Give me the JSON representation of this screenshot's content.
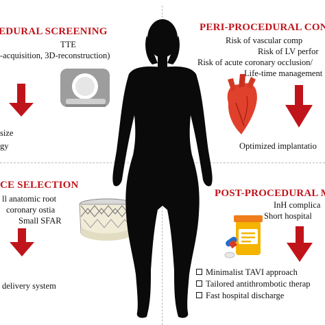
{
  "q1": {
    "heading": "EDURAL SCREENING",
    "line1": "TTE",
    "line2": "-acquisition, 3D-reconstruction)",
    "line3": "size",
    "line4": "gy"
  },
  "q2": {
    "heading": "PERI-PROCEDURAL CON",
    "line1": "Risk of vascular comp",
    "line2": "Risk of LV perfor",
    "line3": "Risk of acute coronary occlusion/",
    "line4": "Life-time management",
    "line5": "Optimized implantatio"
  },
  "q3": {
    "heading": "CE SELECTION",
    "line1": "ll anatomic root",
    "line2": "coronary ostia",
    "line3": "Small SFAR",
    "line4": "delivery system"
  },
  "q4": {
    "heading": "POST-PROCEDURAL M",
    "line1": "InH complica",
    "line2": "Short hospital",
    "items": [
      "Minimalist TAVI approach",
      "Tailored antithrombotic therap",
      "Fast hospital discharge"
    ]
  },
  "icons": [
    "ct-scanner-icon",
    "heart-icon",
    "valve-icon",
    "medication-icon"
  ],
  "colors": {
    "accent": "#c0141b",
    "silhouette": "#0a0a0a",
    "divider": "#b9b9b9"
  }
}
